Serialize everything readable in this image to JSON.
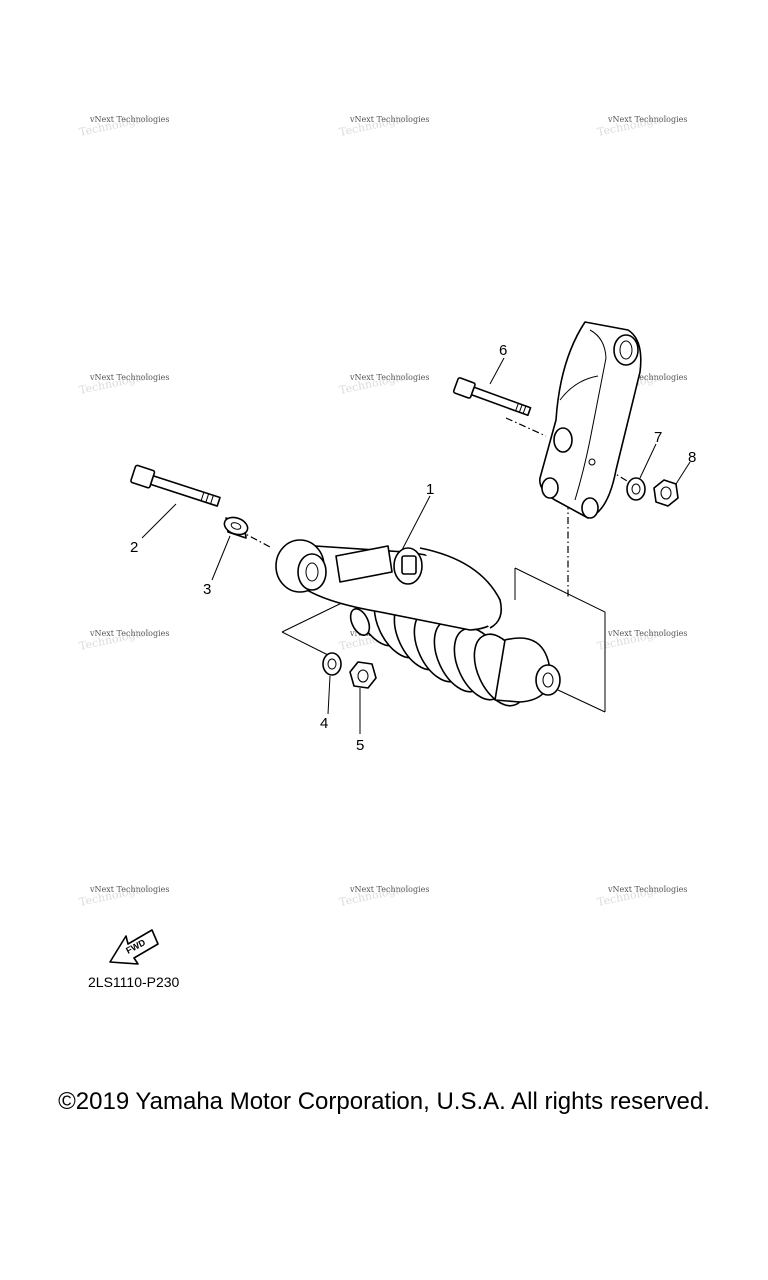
{
  "watermark": {
    "line1": "vNext Technologies",
    "line2": "Technologies"
  },
  "callouts": [
    {
      "id": "1",
      "label": "1"
    },
    {
      "id": "2",
      "label": "2"
    },
    {
      "id": "3",
      "label": "3"
    },
    {
      "id": "4",
      "label": "4"
    },
    {
      "id": "5",
      "label": "5"
    },
    {
      "id": "6",
      "label": "6"
    },
    {
      "id": "7",
      "label": "7"
    },
    {
      "id": "8",
      "label": "8"
    }
  ],
  "fwd_arrow": {
    "label": "FWD"
  },
  "diagram_code": "2LS1110-P230",
  "copyright": "©2019 Yamaha Motor Corporation, U.S.A. All rights reserved."
}
